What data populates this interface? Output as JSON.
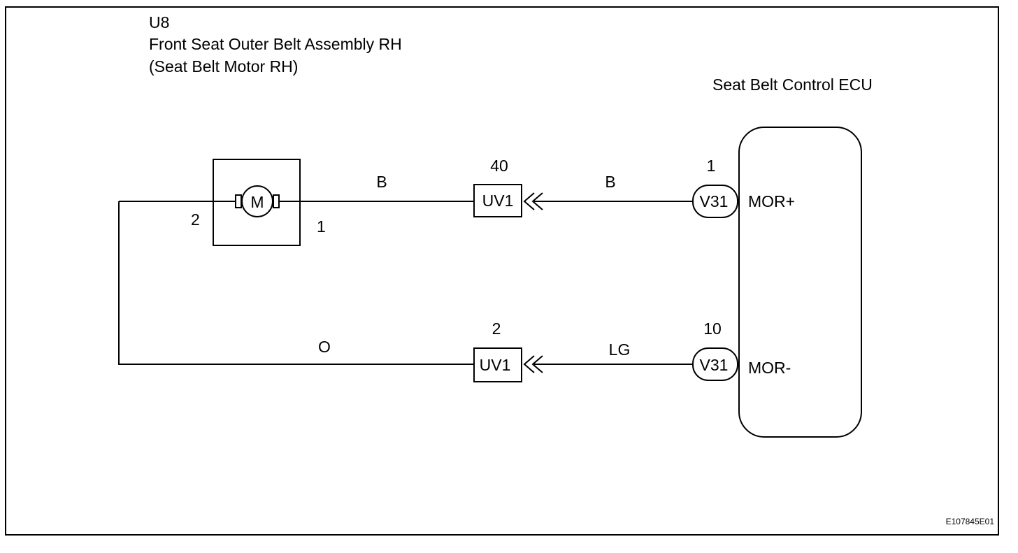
{
  "component_u8": {
    "code": "U8",
    "name": "Front Seat Outer Belt Assembly RH",
    "subname": "(Seat Belt Motor RH)",
    "motor_symbol": "M",
    "pin_left": "2",
    "pin_right": "1"
  },
  "ecu": {
    "name": "Seat Belt Control ECU"
  },
  "wires": {
    "upper_left_color": "B",
    "upper_right_color": "B",
    "lower_left_color": "O",
    "lower_right_color": "LG"
  },
  "connectors": {
    "upper_junction": {
      "label": "UV1",
      "pin": "40"
    },
    "lower_junction": {
      "label": "UV1",
      "pin": "2"
    },
    "upper_ecu": {
      "label": "V31",
      "pin": "1",
      "terminal": "MOR+"
    },
    "lower_ecu": {
      "label": "V31",
      "pin": "10",
      "terminal": "MOR-"
    }
  },
  "figure_id": "E107845E01"
}
